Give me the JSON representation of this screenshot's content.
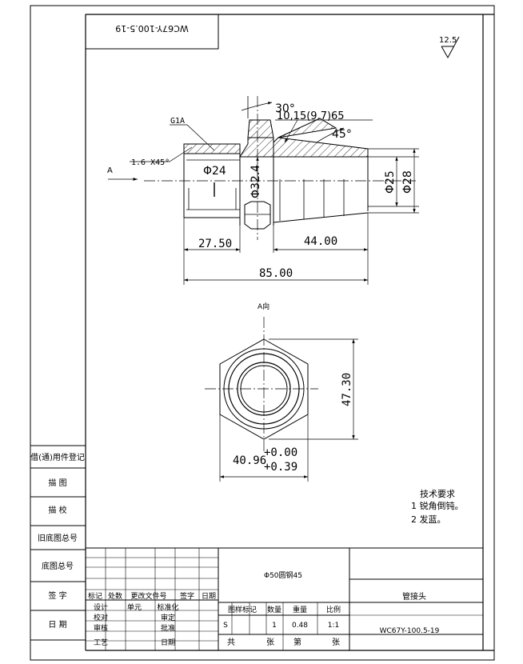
{
  "drawing_number_rotated": "WC67Y-100.5-19",
  "roughness": "12.5",
  "annotations": {
    "thread": "G1A",
    "chamfer": "1.6 X45°",
    "view_arrow": "A",
    "angle_30": "30°",
    "overlap_dims": "10,15(9.7)65",
    "angle_45": "45°",
    "dia_24": "Φ24",
    "dia_324": "Φ32.4",
    "dia_25": "Φ25",
    "dia_28": "Φ28",
    "len_2750": "27.50",
    "len_4400": "44.00",
    "len_8500": "85.00",
    "view_a_title": "A向",
    "across_flats": "47.30",
    "across_corners": "40.96",
    "tol_upper": "+0.00",
    "tol_lower": "+0.39"
  },
  "tech_requirements": {
    "title": "技术要求",
    "items": [
      "1 锐角倒钝。",
      "2 发蓝。"
    ]
  },
  "left_strip": {
    "labels": [
      "借(通)用件登记",
      "描 图",
      "描 校",
      "旧底图总号",
      "底图总号",
      "签 字",
      "日 期"
    ]
  },
  "title_block": {
    "material": "Φ50圆钢45",
    "part_name": "管接头",
    "drawing_no": "WC67Y-100.5-19",
    "rev_headers": [
      "标记",
      "处数",
      "更改文件号",
      "签字",
      "日期"
    ],
    "sign_rows": [
      [
        "设计",
        "单元",
        "标准化"
      ],
      [
        "校对",
        "",
        "审定"
      ],
      [
        "审核",
        "",
        "批准"
      ],
      [
        "工艺",
        "",
        "日期"
      ]
    ],
    "attr_headers": [
      "图样标记",
      "数量",
      "重量",
      "比例"
    ],
    "attr_values": [
      "S",
      "1",
      "0.48",
      "1:1"
    ],
    "sheet_labels": [
      "共",
      "张",
      "第",
      "张"
    ]
  }
}
